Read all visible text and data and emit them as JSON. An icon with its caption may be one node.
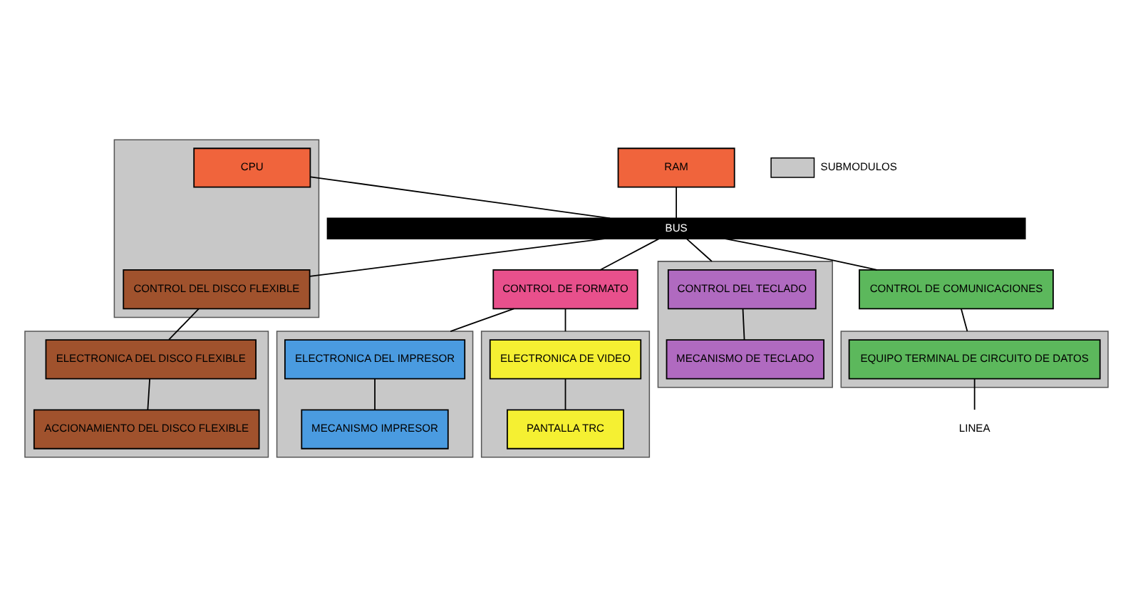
{
  "diagram": {
    "nodes": [
      {
        "text": [
          "RAM"
        ]
      },
      {
        "text": [],
        "shape": "box"
      },
      {
        "text": [
          "CPU"
        ],
        "in": 1
      },
      {
        "text": [
          "BUS"
        ]
      },
      {
        "text": [
          "CONTROL DE FORMATO"
        ]
      },
      {
        "text": [
          "CONTROL DEL DISCO FLEXIBLE"
        ],
        "in": 1
      },
      {
        "text": [
          "CONTROL DE COMUNICACIONES"
        ]
      },
      {
        "text": [],
        "shape": "box"
      },
      {
        "text": [
          "ELECTRONICA DEL IMPRESOR"
        ],
        "in": 7
      },
      {
        "text": [
          "MECANISMO IMPRESOR"
        ],
        "in": 7
      },
      {
        "text": [],
        "shape": "box"
      },
      {
        "text": [
          "ELECTRONICA DE VIDEO"
        ],
        "in": 10
      },
      {
        "text": [
          "PANTALLA TRC"
        ],
        "in": 10
      },
      {
        "text": [],
        "shape": "box"
      },
      {
        "text": [
          "ELECTRONICA DEL DISCO FLEXIBLE"
        ],
        "in": 13
      },
      {
        "text": [
          "ACCIONAMIENTO DEL DISCO FLEXIBLE"
        ],
        "in": 13
      },
      {
        "text": [],
        "shape": "box"
      },
      {
        "text": [
          "EQUIPO TERMINAL DE CIRCUITO DE DATOS"
        ],
        "in": 16
      },
      {
        "text": [],
        "shape": "box"
      },
      {
        "text": [
          "CONTROL DEL TECLADO"
        ],
        "in": 18
      },
      {
        "text": [
          "MECANISMO DE TECLADO"
        ],
        "in": 18
      },
      {
        "text": [
          "LINEA"
        ]
      }
    ],
    "edges": [
      {
        "from": 0,
        "to": 3,
        "arrow": "none"
      },
      {
        "from": 2,
        "to": 3,
        "arrow": "none"
      },
      {
        "from": 3,
        "to": 4,
        "arrow": "none"
      },
      {
        "from": 3,
        "to": 5,
        "arrow": "none"
      },
      {
        "from": 3,
        "to": 6,
        "arrow": "none"
      },
      {
        "from": 3,
        "to": 18,
        "arrow": "none"
      },
      {
        "from": 4,
        "to": 7,
        "arrow": "none"
      },
      {
        "from": 4,
        "to": 10,
        "arrow": "none"
      },
      {
        "from": 8,
        "to": 9,
        "arrow": "none"
      },
      {
        "from": 11,
        "to": 12,
        "arrow": "none"
      },
      {
        "from": 5,
        "to": 14,
        "arrow": "none"
      },
      {
        "from": 14,
        "to": 15,
        "arrow": "none"
      },
      {
        "from": 6,
        "to": 16,
        "arrow": "none"
      },
      {
        "from": 19,
        "to": 20,
        "arrow": "none"
      },
      {
        "from": 17,
        "to": 21,
        "arrow": "none"
      }
    ],
    "legend": [
      {
        "text": "SUBMODULOS",
        "color": "#c8c8c8"
      }
    ]
  }
}
